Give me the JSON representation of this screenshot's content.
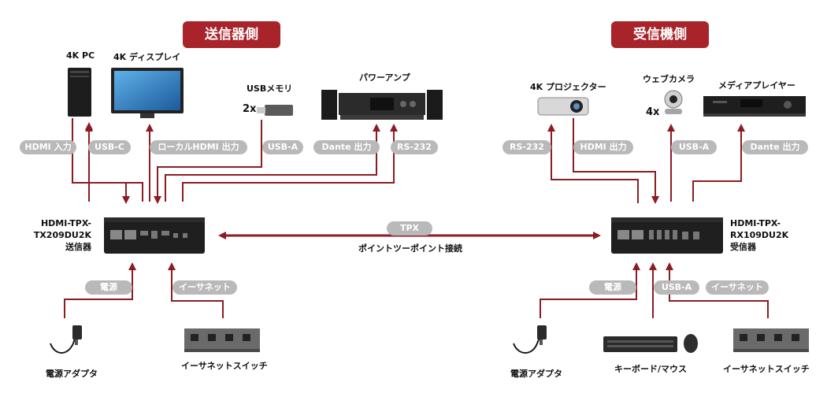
{
  "sender": {
    "title": "送信器側",
    "device_name_lines": [
      "HDMI-TPX-",
      "TX209DU2K",
      "送信器"
    ],
    "devices": {
      "pc": "4K PC",
      "display": "4K ディスプレイ",
      "usb_memory": "USBメモリ",
      "usb_count": "2x",
      "amp": "パワーアンプ",
      "power": "電源アダプタ",
      "switch": "イーサネットスイッチ"
    },
    "pills": {
      "hdmi_in": "HDMI 入力",
      "usb_c": "USB-C",
      "local_hdmi_out": "ローカルHDMI 出力",
      "usb_a": "USB-A",
      "dante_out": "Dante 出力",
      "rs232": "RS-232",
      "power": "電源",
      "ethernet": "イーサネット"
    }
  },
  "receiver": {
    "title": "受信機側",
    "device_name_lines": [
      "HDMI-TPX-",
      "RX109DU2K",
      "受信器"
    ],
    "devices": {
      "projector": "4K プロジェクター",
      "webcam": "ウェブカメラ",
      "webcam_count": "4x",
      "media_player": "メディアプレイヤー",
      "power": "電源アダプタ",
      "keyboard": "キーボード/マウス",
      "switch": "イーサネットスイッチ"
    },
    "pills": {
      "rs232": "RS-232",
      "hdmi_out": "HDMI 出力",
      "usb_a": "USB-A",
      "dante_out": "Dante 出力",
      "power": "電源",
      "usb_a_bottom": "USB-A",
      "ethernet": "イーサネット"
    }
  },
  "link": {
    "pill": "TPX",
    "label": "ポイントツーポイント接続"
  },
  "colors": {
    "accent": "#a8232a",
    "arrow": "#8c1c23",
    "pill": "#b9b9b9",
    "device": "#1a1a1a"
  }
}
